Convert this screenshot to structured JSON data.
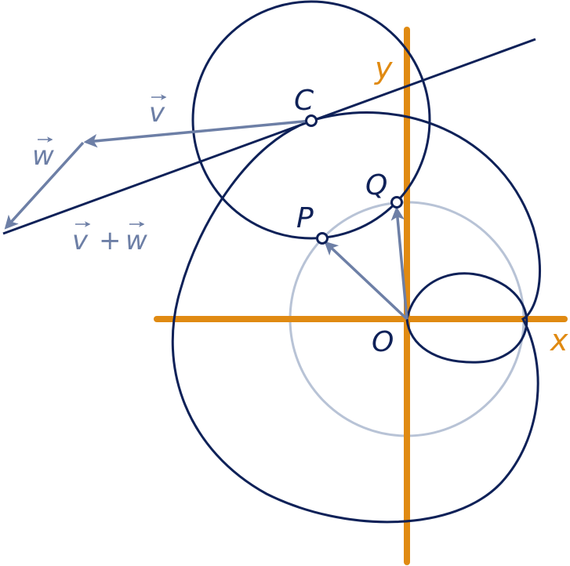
{
  "colors": {
    "axis": "#e08a12",
    "curve": "#0e2158",
    "vector": "#6d7fa6",
    "circle_light": "#b8c3d6",
    "background": "#ffffff"
  },
  "labels": {
    "x_axis": "x",
    "y_axis": "y",
    "origin": "O",
    "point_p": "P",
    "point_q": "Q",
    "point_c": "C",
    "vector_v": "v",
    "vector_w": "w",
    "vector_sum_v": "v",
    "vector_sum_plus": "+",
    "vector_sum_w": "w"
  },
  "icons": {
    "vector_arrow": "arrow-icon",
    "point_marker": "open-circle-icon"
  }
}
